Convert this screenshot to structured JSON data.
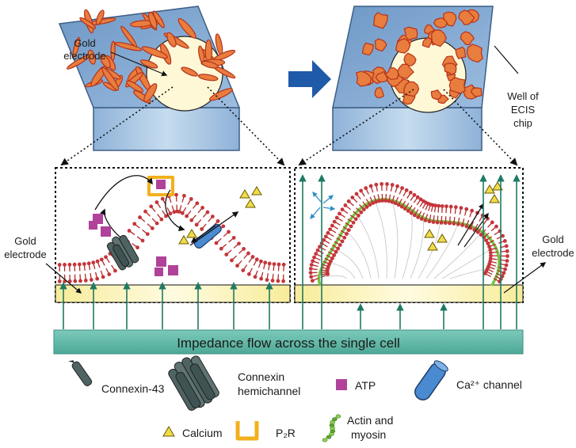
{
  "labels": {
    "gold_electrode_top": [
      "Gold",
      "electrode"
    ],
    "well_label": [
      "Well of",
      "ECIS",
      "chip"
    ],
    "gold_electrode_left": [
      "Gold",
      "electrode"
    ],
    "gold_electrode_right": [
      "Gold",
      "electrode"
    ],
    "impedance_bar": "Impedance flow across the single cell"
  },
  "legend": {
    "connexin43": "Connexin-43",
    "hemichannel": [
      "Connexin",
      "hemichannel"
    ],
    "atp": "ATP",
    "ca_channel": "Ca²⁺ channel",
    "calcium": "Calcium",
    "p2r": "P₂R",
    "actin": [
      "Actin and",
      "myosin"
    ]
  },
  "colors": {
    "chip_top": "#7fa6cf",
    "chip_side": "#a9c6e3",
    "cell_fill": "#e87d3e",
    "cell_stroke": "#b5321a",
    "electrode": "#fbf3b8",
    "membrane": "#b52a2a",
    "arrow": "#1e7a63",
    "bar": "#5cb8a8",
    "big_arrow": "#1f5aa8",
    "atp": "#b0429a",
    "calcium": "#f0dc4a",
    "connexin": "#4f6462",
    "actin": "#7ac143",
    "p2r": "#f2b01e",
    "ca_channel": "#4a8ad0"
  }
}
